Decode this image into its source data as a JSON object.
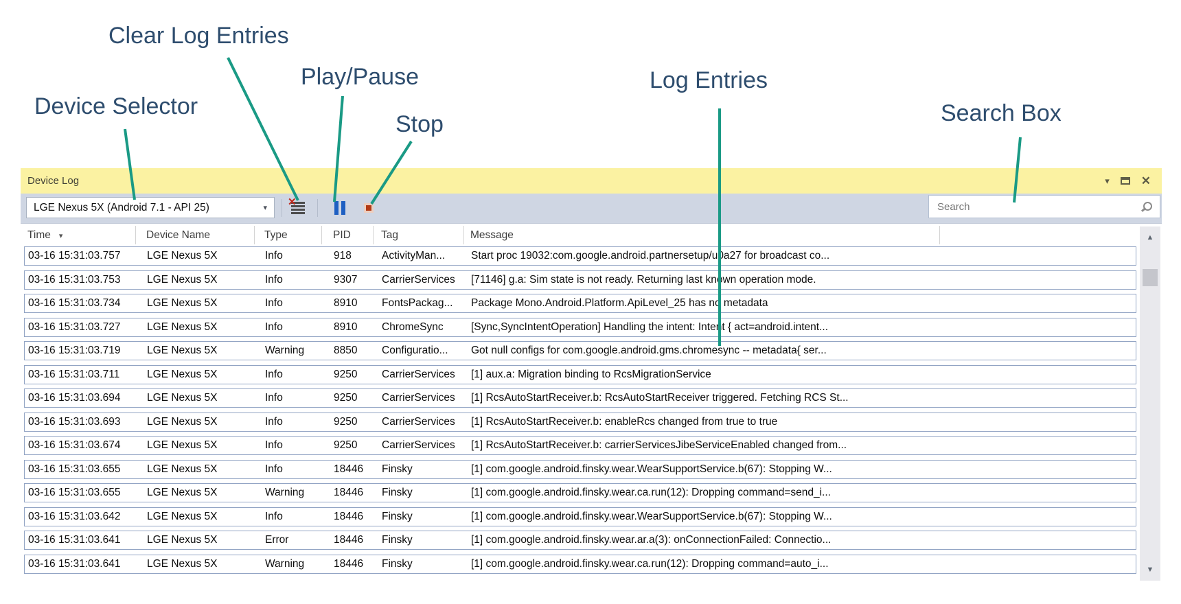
{
  "colors": {
    "annotation_text": "#2e4d6e",
    "annotation_line": "#1a9a85",
    "titlebar_bg": "#fbf2a2",
    "toolbar_bg": "#cfd6e3",
    "row_border": "#92a4c4",
    "pause_blue": "#1e5fc2",
    "stop_red": "#b23a15"
  },
  "icons": {
    "window_menu": "▾",
    "close": "✕",
    "dropdown_arrow": "▾",
    "sort_desc": "▾",
    "scroll_up": "▲",
    "scroll_down": "▼",
    "clear_x": "✕"
  },
  "annotations": {
    "labels": [
      {
        "id": "clear-log-entries",
        "text": "Clear Log Entries"
      },
      {
        "id": "play-pause",
        "text": "Play/Pause"
      },
      {
        "id": "device-selector",
        "text": "Device Selector"
      },
      {
        "id": "stop",
        "text": "Stop"
      },
      {
        "id": "log-entries",
        "text": "Log Entries"
      },
      {
        "id": "search-box",
        "text": "Search Box"
      }
    ]
  },
  "window": {
    "title": "Device Log"
  },
  "toolbar": {
    "device_selector": {
      "value": "LGE Nexus 5X (Android 7.1 - API 25)"
    },
    "search": {
      "placeholder": "Search"
    }
  },
  "table": {
    "columns": [
      "Time",
      "Device Name",
      "Type",
      "PID",
      "Tag",
      "Message"
    ],
    "sorted_column": "Time",
    "rows": [
      {
        "time": "03-16 15:31:03.757",
        "device": "LGE Nexus 5X",
        "type": "Info",
        "pid": "918",
        "tag": "ActivityMan...",
        "message": "Start proc 19032:com.google.android.partnersetup/u0a27 for broadcast co..."
      },
      {
        "time": "03-16 15:31:03.753",
        "device": "LGE Nexus 5X",
        "type": "Info",
        "pid": "9307",
        "tag": "CarrierServices",
        "message": "[71146] g.a: Sim state is not ready. Returning last known operation mode."
      },
      {
        "time": "03-16 15:31:03.734",
        "device": "LGE Nexus 5X",
        "type": "Info",
        "pid": "8910",
        "tag": "FontsPackag...",
        "message": "Package Mono.Android.Platform.ApiLevel_25 has no metadata"
      },
      {
        "time": "03-16 15:31:03.727",
        "device": "LGE Nexus 5X",
        "type": "Info",
        "pid": "8910",
        "tag": "ChromeSync",
        "message": "[Sync,SyncIntentOperation] Handling the intent: Intent { act=android.intent..."
      },
      {
        "time": "03-16 15:31:03.719",
        "device": "LGE Nexus 5X",
        "type": "Warning",
        "pid": "8850",
        "tag": "Configuratio...",
        "message": "Got null configs for com.google.android.gms.chromesync -- metadata{ ser..."
      },
      {
        "time": "03-16 15:31:03.711",
        "device": "LGE Nexus 5X",
        "type": "Info",
        "pid": "9250",
        "tag": "CarrierServices",
        "message": "[1] aux.a: Migration binding to RcsMigrationService"
      },
      {
        "time": "03-16 15:31:03.694",
        "device": "LGE Nexus 5X",
        "type": "Info",
        "pid": "9250",
        "tag": "CarrierServices",
        "message": "[1] RcsAutoStartReceiver.b: RcsAutoStartReceiver triggered. Fetching RCS St..."
      },
      {
        "time": "03-16 15:31:03.693",
        "device": "LGE Nexus 5X",
        "type": "Info",
        "pid": "9250",
        "tag": "CarrierServices",
        "message": "[1] RcsAutoStartReceiver.b: enableRcs changed from true to true"
      },
      {
        "time": "03-16 15:31:03.674",
        "device": "LGE Nexus 5X",
        "type": "Info",
        "pid": "9250",
        "tag": "CarrierServices",
        "message": "[1] RcsAutoStartReceiver.b: carrierServicesJibeServiceEnabled changed from..."
      },
      {
        "time": "03-16 15:31:03.655",
        "device": "LGE Nexus 5X",
        "type": "Info",
        "pid": "18446",
        "tag": "Finsky",
        "message": "[1] com.google.android.finsky.wear.WearSupportService.b(67): Stopping W..."
      },
      {
        "time": "03-16 15:31:03.655",
        "device": "LGE Nexus 5X",
        "type": "Warning",
        "pid": "18446",
        "tag": "Finsky",
        "message": "[1] com.google.android.finsky.wear.ca.run(12): Dropping command=send_i..."
      },
      {
        "time": "03-16 15:31:03.642",
        "device": "LGE Nexus 5X",
        "type": "Info",
        "pid": "18446",
        "tag": "Finsky",
        "message": "[1] com.google.android.finsky.wear.WearSupportService.b(67): Stopping W..."
      },
      {
        "time": "03-16 15:31:03.641",
        "device": "LGE Nexus 5X",
        "type": "Error",
        "pid": "18446",
        "tag": "Finsky",
        "message": "[1] com.google.android.finsky.wear.ar.a(3): onConnectionFailed: Connectio..."
      },
      {
        "time": "03-16 15:31:03.641",
        "device": "LGE Nexus 5X",
        "type": "Warning",
        "pid": "18446",
        "tag": "Finsky",
        "message": "[1] com.google.android.finsky.wear.ca.run(12): Dropping command=auto_i..."
      }
    ]
  }
}
